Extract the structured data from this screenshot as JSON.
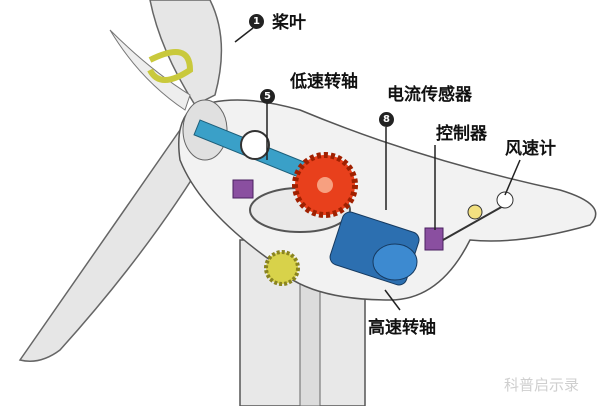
{
  "labels": {
    "blade": "桨叶",
    "low_speed_shaft": "低速转轴",
    "current_sensor": "电流传感器",
    "controller": "控制器",
    "anemometer": "风速计",
    "high_speed_shaft": "高速转轴"
  },
  "markers": {
    "blade": "1",
    "low_speed_shaft": "5",
    "current_sensor": "8"
  },
  "watermark": "科普启示录",
  "colors": {
    "shaft": "#3aa0c8",
    "gear": "#e8401c",
    "generator": "#2c6fb0",
    "small_gear": "#d8d24a",
    "controller": "#8a4fa0"
  }
}
